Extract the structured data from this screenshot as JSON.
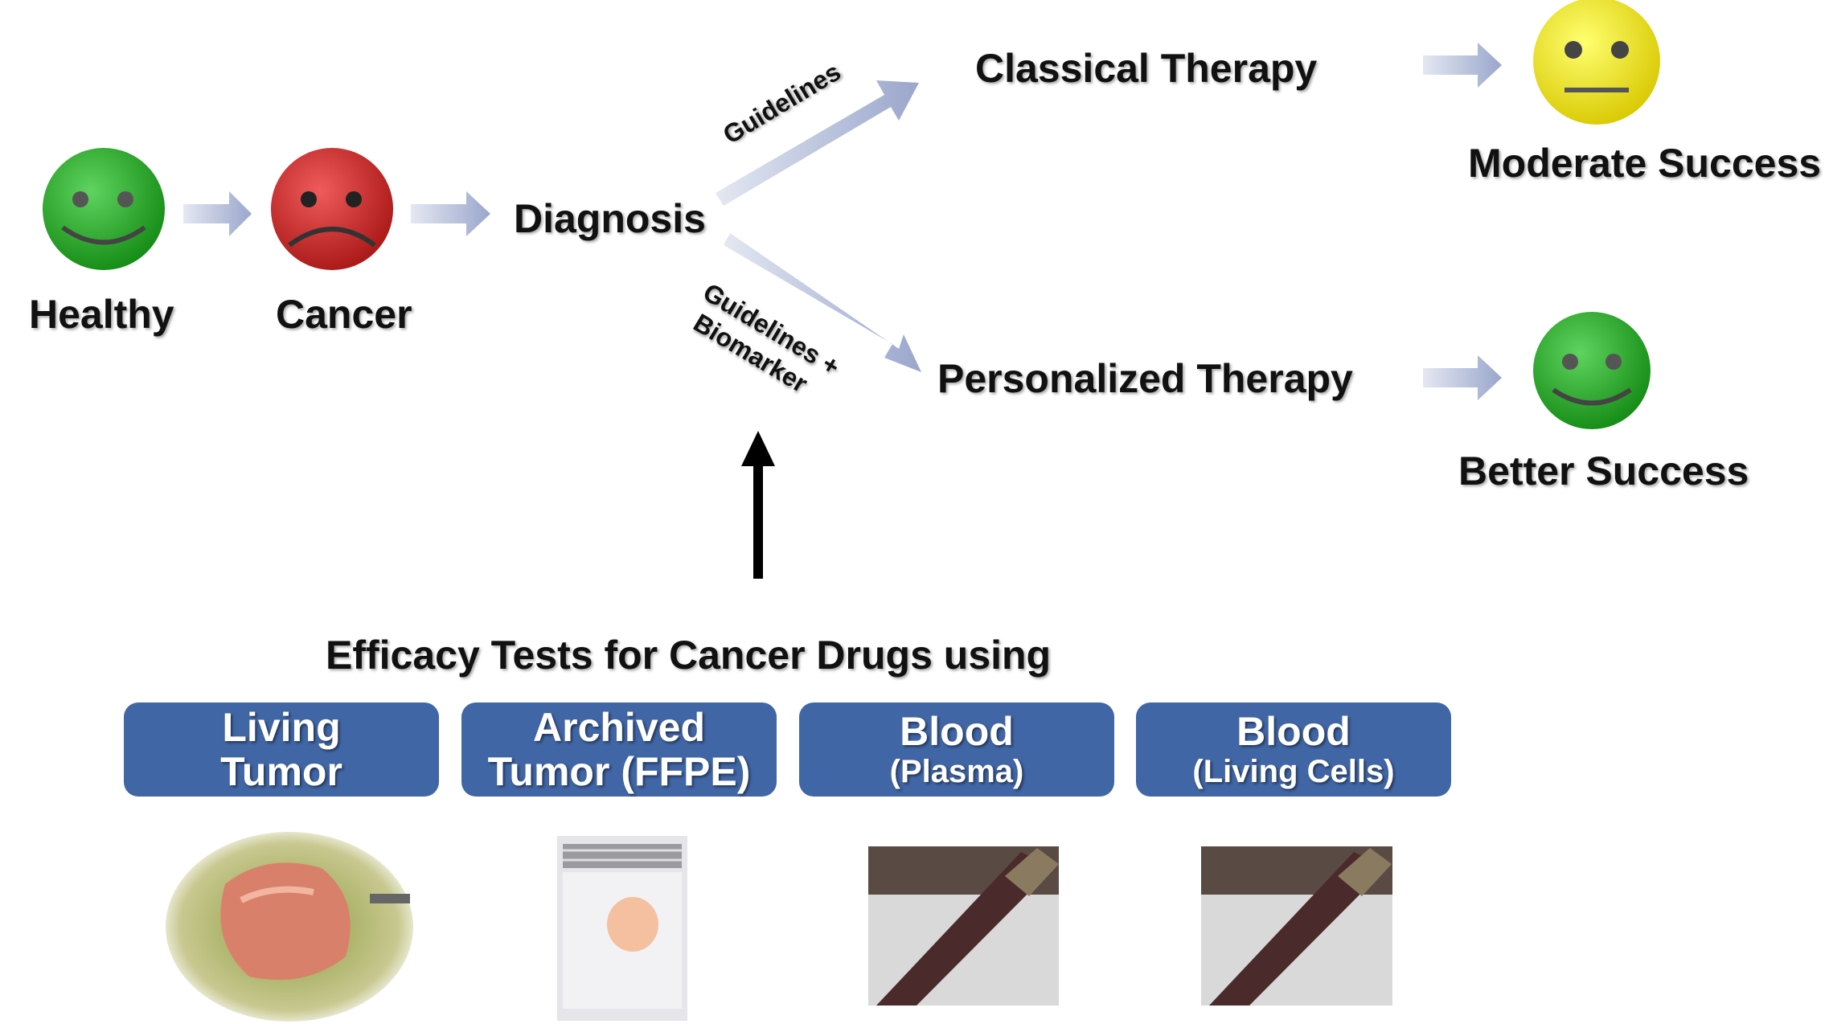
{
  "stages": {
    "healthy": "Healthy",
    "cancer": "Cancer",
    "diagnosis": "Diagnosis",
    "classical_therapy": "Classical Therapy",
    "personalized_therapy": "Personalized Therapy",
    "moderate_success": "Moderate Success",
    "better_success": "Better Success"
  },
  "arrow_labels": {
    "guidelines": "Guidelines",
    "guidelines_biomarker_1": "Guidelines +",
    "guidelines_biomarker_2": "Biomarker"
  },
  "efficacy_title": "Efficacy Tests for Cancer Drugs using",
  "methods": [
    {
      "line1": "Living",
      "line2": "Tumor"
    },
    {
      "line1": "Archived",
      "line2": "Tumor (FFPE)"
    },
    {
      "line1": "Blood",
      "line2": "(Plasma)"
    },
    {
      "line1": "Blood",
      "line2": "(Living Cells)"
    }
  ],
  "colors": {
    "green_face": "#22a522",
    "red_face": "#d42a2a",
    "yellow_face": "#f5ec10",
    "box": "#4166a6",
    "flow_arrow": "#b8c2dc"
  }
}
